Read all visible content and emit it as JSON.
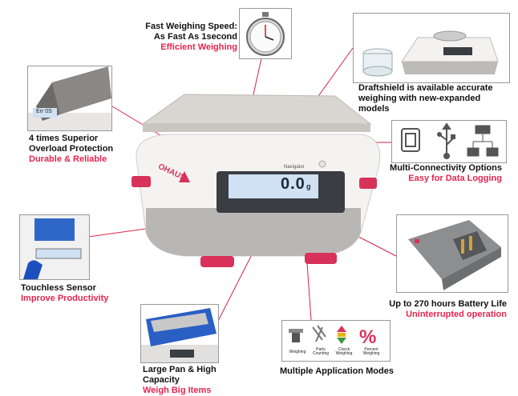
{
  "features": {
    "speed": {
      "title1": "Fast Weighing Speed:",
      "title2": "As Fast As 1second",
      "sub": "Efficient Weighing"
    },
    "draftshield": {
      "title1": "Draftshield is available accurate",
      "title2": "weighing with new-expanded models"
    },
    "overload": {
      "title1": "4 times Superior",
      "title2": "Overload Protection",
      "sub": "Durable & Reliable"
    },
    "connectivity": {
      "title": "Multi-Connectivity Options",
      "sub": "Easy for Data Logging"
    },
    "touchless": {
      "title": "Touchless Sensor",
      "sub": "Improve Productivity"
    },
    "battery": {
      "title": "Up to 270 hours Battery Life",
      "sub": "Uninterrupted operation"
    },
    "pan": {
      "title1": "Large Pan & High Capacity",
      "sub": "Weigh Big Items"
    },
    "modes": {
      "title": "Multiple Application Modes",
      "items": [
        "Weighing",
        "Parts Counting",
        "Check Weighing",
        "Percent Weighing"
      ]
    }
  },
  "scale": {
    "brand": "OHAUS",
    "model": "Navigator",
    "display_value": "0.0",
    "unit": "g",
    "overload_display": "Err 0S"
  },
  "colors": {
    "accent": "#e4254f",
    "line": "#d6244a"
  }
}
